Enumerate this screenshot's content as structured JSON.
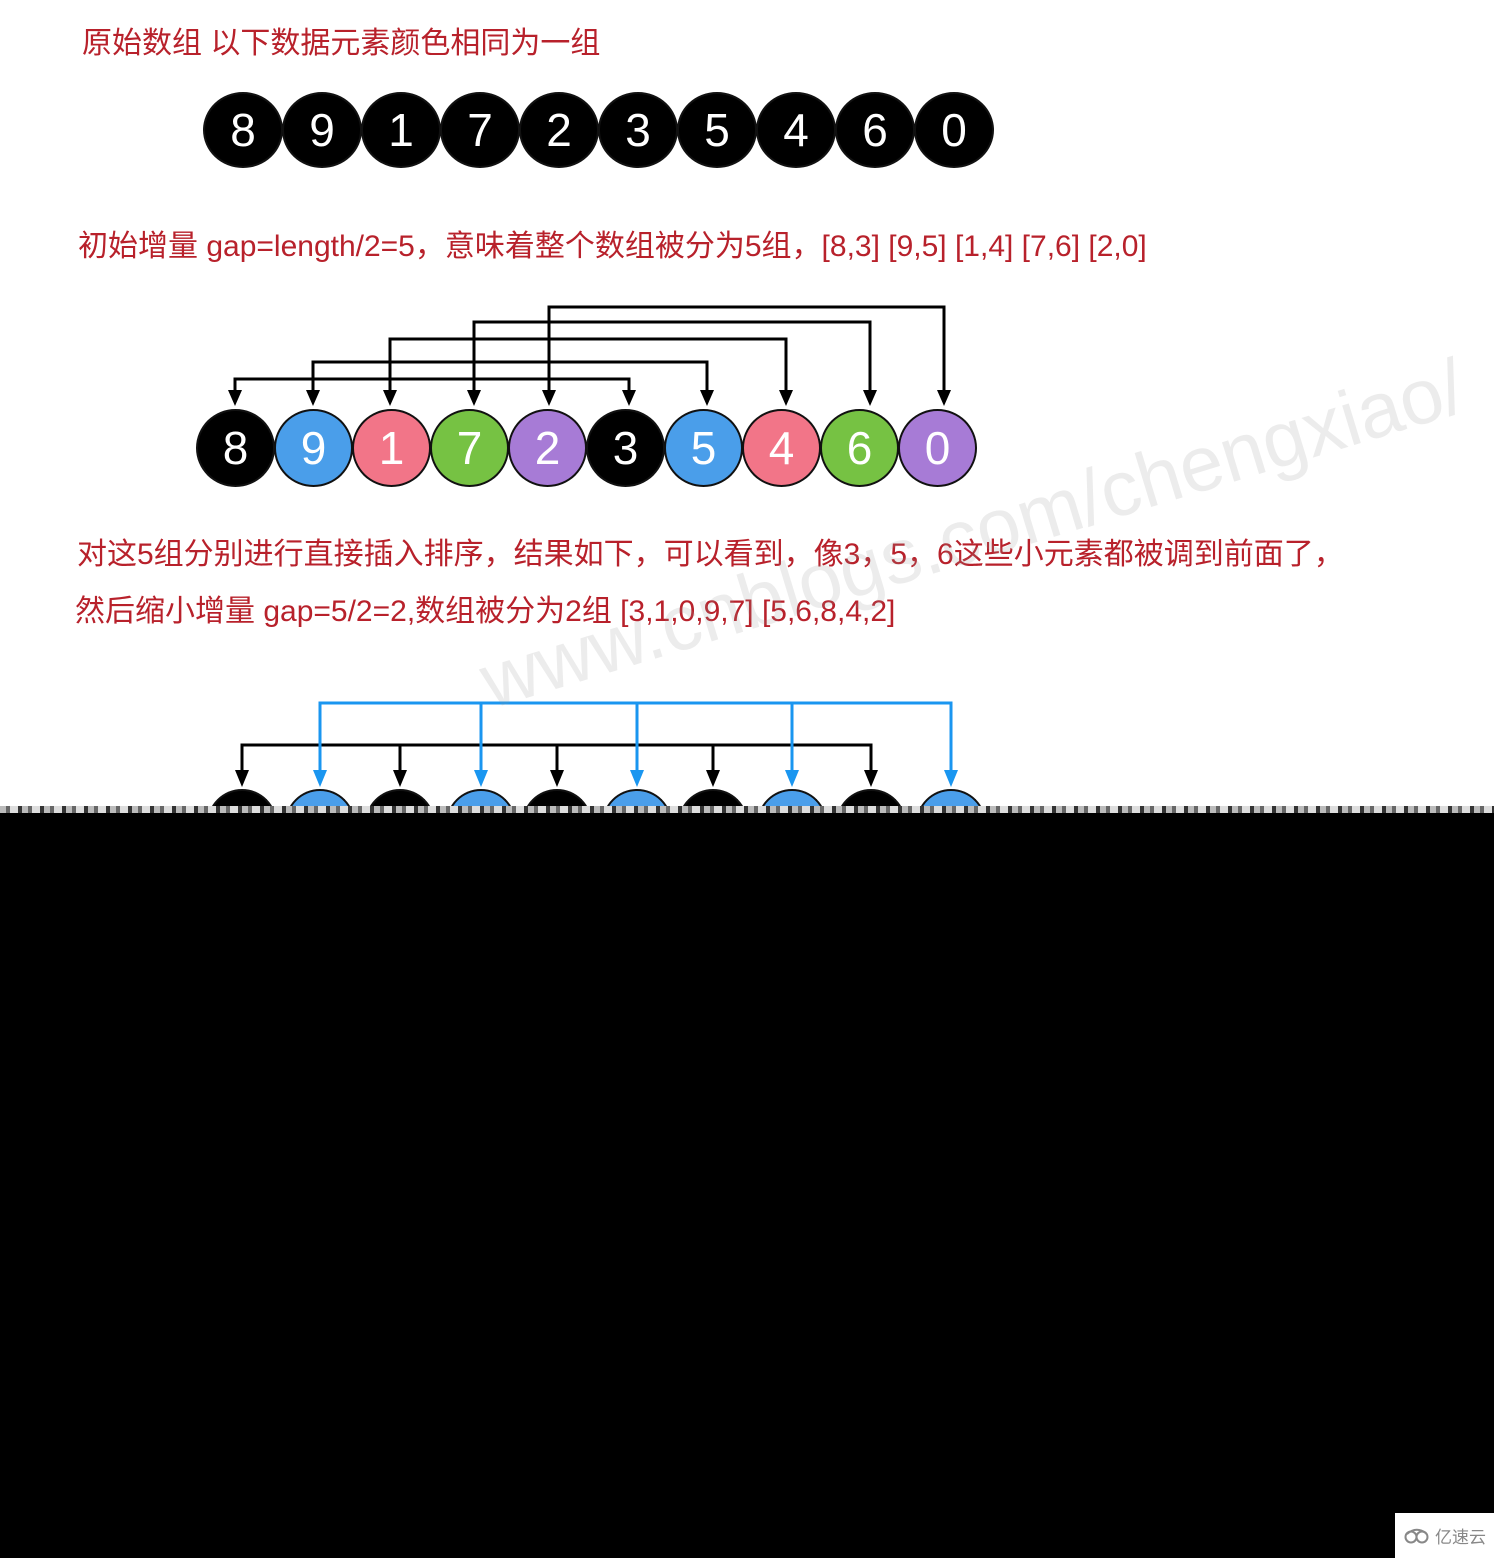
{
  "captions": {
    "title": "原始数组   以下数据元素颜色相同为一组",
    "step1": "初始增量 gap=length/2=5，意味着整个数组被分为5组，[8,3] [9,5] [1,4] [7,6] [2,0]",
    "step2_line1": "对这5组分别进行直接插入排序，结果如下，可以看到，像3，5，6这些小元素都被调到前面了，",
    "step2_line2": "然后缩小增量 gap=5/2=2,数组被分为2组 [3,1,0,9,7] [5,6,8,4,2]"
  },
  "colors": {
    "caption_red": "#b8212b",
    "black": "#000000",
    "blue": "#4a9eea",
    "pink": "#f27588",
    "green": "#76c243",
    "purple": "#a77bd6",
    "arrow_blue": "#1a96f0"
  },
  "original_array": {
    "values": [
      "8",
      "9",
      "1",
      "7",
      "2",
      "3",
      "5",
      "4",
      "6",
      "0"
    ]
  },
  "gap5_array": {
    "nodes": [
      {
        "value": "8",
        "group": 1,
        "color": "#000000"
      },
      {
        "value": "9",
        "group": 2,
        "color": "#4a9eea"
      },
      {
        "value": "1",
        "group": 3,
        "color": "#f27588"
      },
      {
        "value": "7",
        "group": 4,
        "color": "#76c243"
      },
      {
        "value": "2",
        "group": 5,
        "color": "#a77bd6"
      },
      {
        "value": "3",
        "group": 1,
        "color": "#000000"
      },
      {
        "value": "5",
        "group": 2,
        "color": "#4a9eea"
      },
      {
        "value": "4",
        "group": 3,
        "color": "#f27588"
      },
      {
        "value": "6",
        "group": 4,
        "color": "#76c243"
      },
      {
        "value": "0",
        "group": 5,
        "color": "#a77bd6"
      }
    ],
    "groups": [
      "[8,3]",
      "[9,5]",
      "[1,4]",
      "[7,6]",
      "[2,0]"
    ]
  },
  "gap2_array": {
    "node_colors": [
      "#000000",
      "#4a9eea",
      "#000000",
      "#4a9eea",
      "#000000",
      "#4a9eea",
      "#000000",
      "#4a9eea",
      "#000000",
      "#4a9eea"
    ],
    "groups": [
      "[3,1,0,9,7]",
      "[5,6,8,4,2]"
    ],
    "note": "values cut off / obscured"
  },
  "watermark": "www.cnblogs.com/chengxiao/",
  "logo": {
    "text": "亿速云",
    "icon": "cloud-logo-icon"
  }
}
